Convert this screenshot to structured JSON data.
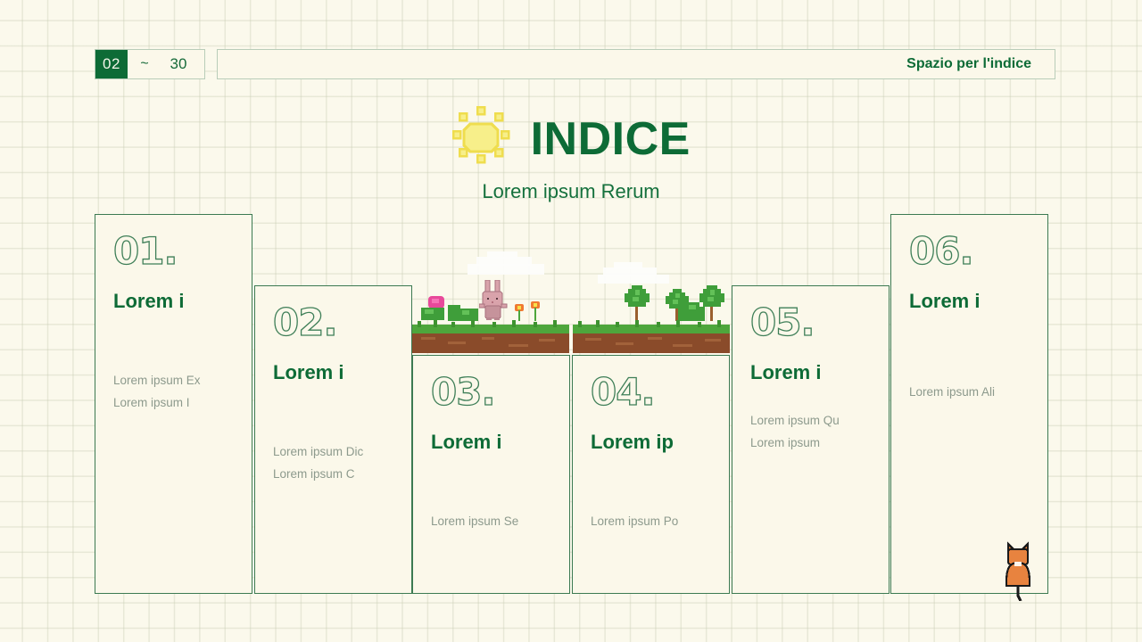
{
  "header": {
    "page_number": "02",
    "separator": "~",
    "total_pages": "30",
    "index_bar_label": "Spazio per l'indice"
  },
  "title": {
    "main": "INDICE",
    "subtitle": "Lorem ipsum Rerum",
    "icon": "sun-icon"
  },
  "colors": {
    "brand_green": "#0d6b36",
    "card_border": "#3c7a52",
    "card_bg": "#fbf8ea",
    "page_bg": "#fbf9ec",
    "sun_yellow": "#f6e96a",
    "body_text": "#8d9a8d",
    "grass": "#4ea63c",
    "dirt": "#8a4b2a",
    "cat_orange": "#e8833f"
  },
  "cards": [
    {
      "index": "01.",
      "title": "Lorem i",
      "lines": [
        "Lorem ipsum Ex",
        "Lorem ipsum I"
      ]
    },
    {
      "index": "02.",
      "title": "Lorem i",
      "lines": [
        "Lorem ipsum Dic",
        "Lorem ipsum C"
      ]
    },
    {
      "index": "03.",
      "title": "Lorem i",
      "lines": [
        "Lorem ipsum Se"
      ]
    },
    {
      "index": "04.",
      "title": "Lorem ip",
      "lines": [
        "Lorem ipsum Po"
      ]
    },
    {
      "index": "05.",
      "title": "Lorem i",
      "lines": [
        "Lorem ipsum Qu",
        "Lorem ipsum"
      ]
    },
    {
      "index": "06.",
      "title": "Lorem i",
      "lines": [
        "Lorem ipsum Ali"
      ]
    }
  ],
  "decorations": {
    "scene_left": "pixel-meadow-with-bunny",
    "scene_right": "pixel-meadow-with-trees",
    "corner_pet": "pixel-cat"
  }
}
